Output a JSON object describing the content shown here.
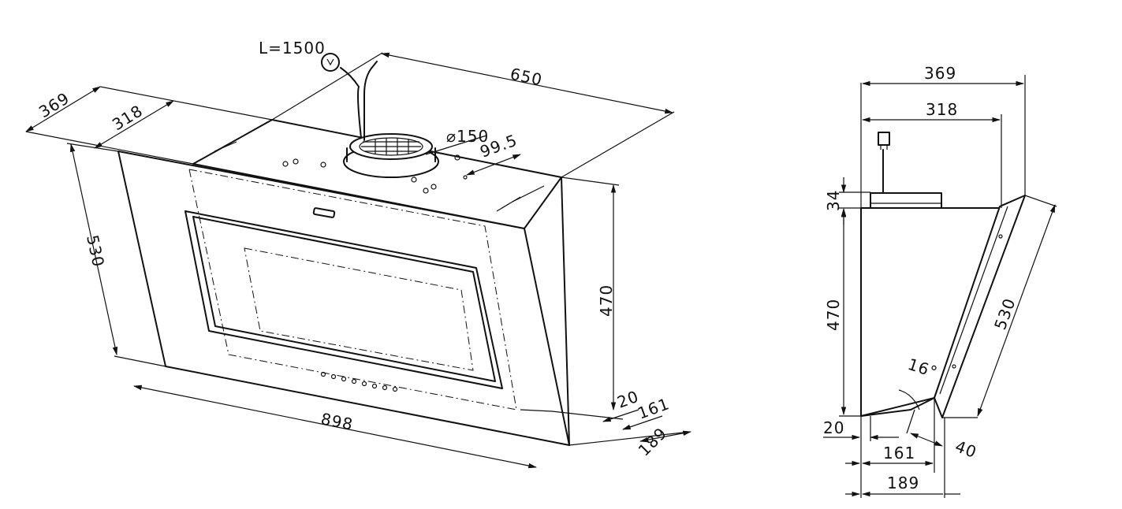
{
  "front_view": {
    "cable_label": "L=1500",
    "duct_diameter": "⌀150",
    "duct_offset": "99.5",
    "top_width": "650",
    "depth_outer": "369",
    "depth_inner": "318",
    "glass_height": "530",
    "body_height": "470",
    "bottom_width": "898",
    "gap_20": "20",
    "dim_161": "161",
    "dim_189": "189"
  },
  "side_view": {
    "depth_outer": "369",
    "depth_inner": "318",
    "top_34": "34",
    "body_470": "470",
    "glass_530": "530",
    "angle": "16°",
    "bottom_20": "20",
    "bottom_40": "40",
    "bottom_161": "161",
    "bottom_189": "189"
  }
}
